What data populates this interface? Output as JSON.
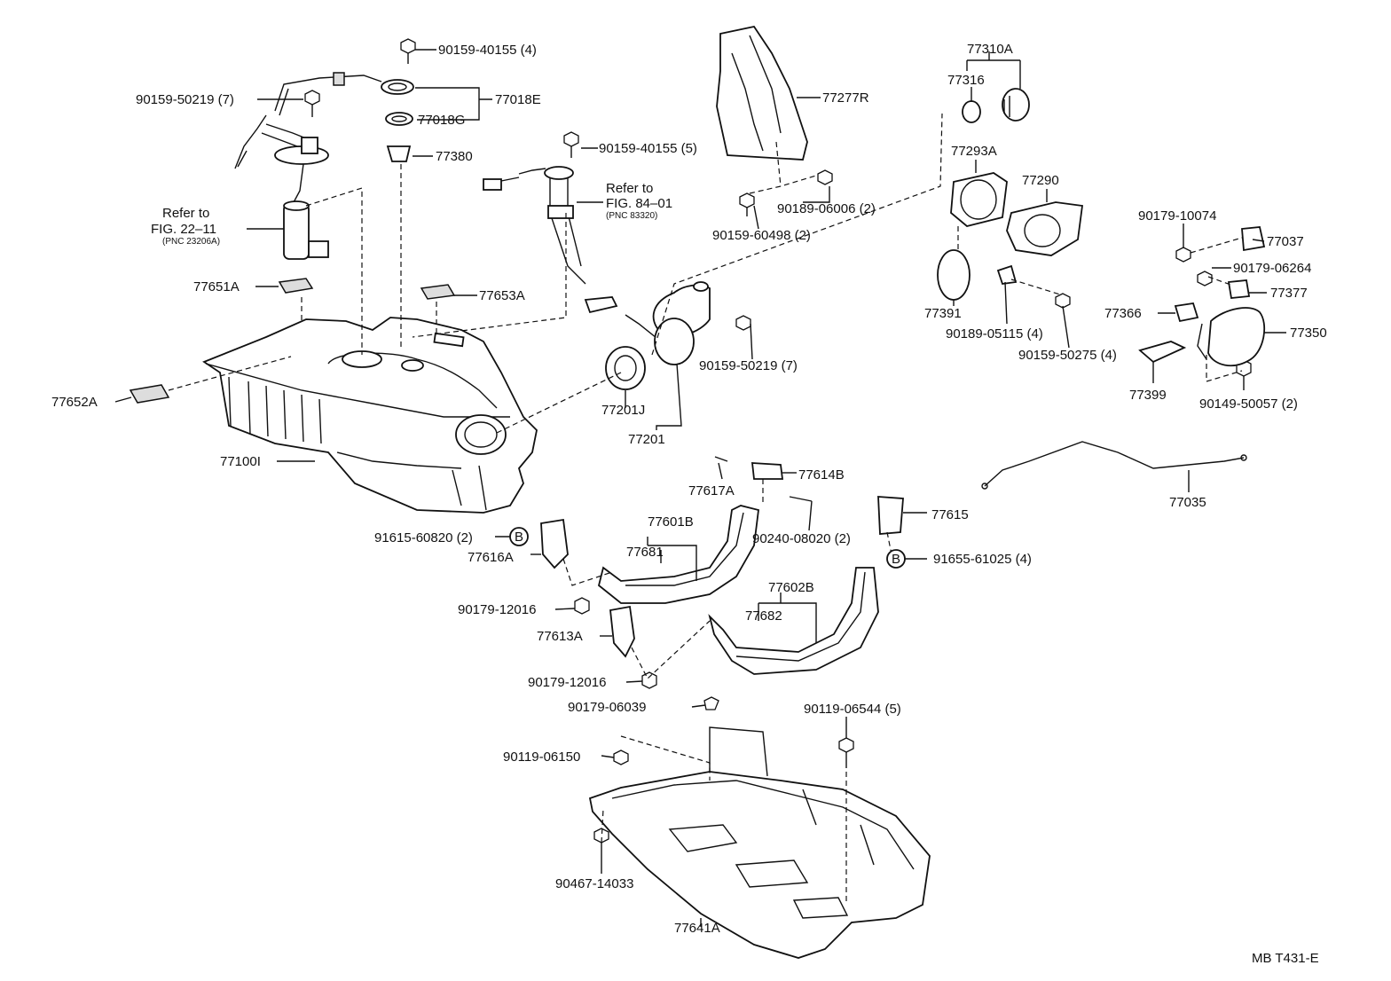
{
  "drawing_code": "MB T431-E",
  "labels": {
    "p9015940155_4": "90159-40155 (4)",
    "p9015950219_7a": "90159-50219 (7)",
    "p77018E": "77018E",
    "p77018G": "77018G",
    "p77380": "77380",
    "ref_fig22_1": "Refer to",
    "ref_fig22_2": "FIG. 22–11",
    "ref_fig22_3": "(PNC 23206A)",
    "p77651A": "77651A",
    "p77653A": "77653A",
    "p77652A": "77652A",
    "p77100I": "77100I",
    "p9015940155_5": "90159-40155 (5)",
    "ref_fig84_1": "Refer to",
    "ref_fig84_2": "FIG. 84–01",
    "ref_fig84_3": "(PNC 83320)",
    "p77277R": "77277R",
    "p9018906006_2": "90189-06006 (2)",
    "p9015960498_2": "90159-60498 (2)",
    "p9015950219_7b": "90159-50219 (7)",
    "p77201J": "77201J",
    "p77201": "77201",
    "p77310A": "77310A",
    "p77316": "77316",
    "p77293A": "77293A",
    "p77290": "77290",
    "p77391": "77391",
    "p9018905115_4": "90189-05115 (4)",
    "p9015950275_4": "90159-50275 (4)",
    "p9017910074": "90179-10074",
    "p77037": "77037",
    "p9017906264": "90179-06264",
    "p77377": "77377",
    "p77366": "77366",
    "p77350": "77350",
    "p77399": "77399",
    "p9014950057_2": "90149-50057 (2)",
    "p77614B": "77614B",
    "p77617A": "77617A",
    "p77035": "77035",
    "p77615": "77615",
    "p77601B": "77601B",
    "p77681": "77681",
    "p9024008020_2": "90240-08020 (2)",
    "p9161560820_2": "91615-60820 (2)",
    "p77616A": "77616A",
    "p9165561025_4": "91655-61025 (4)",
    "circle_b1": "B",
    "circle_b2": "B",
    "p77602B": "77602B",
    "p77682": "77682",
    "p9017912016a": "90179-12016",
    "p77613A": "77613A",
    "p9017912016b": "90179-12016",
    "p9017906039": "90179-06039",
    "p9011906544_5": "90119-06544 (5)",
    "p9011906150": "90119-06150",
    "p9046714033": "90467-14033",
    "p77641A": "77641A"
  }
}
